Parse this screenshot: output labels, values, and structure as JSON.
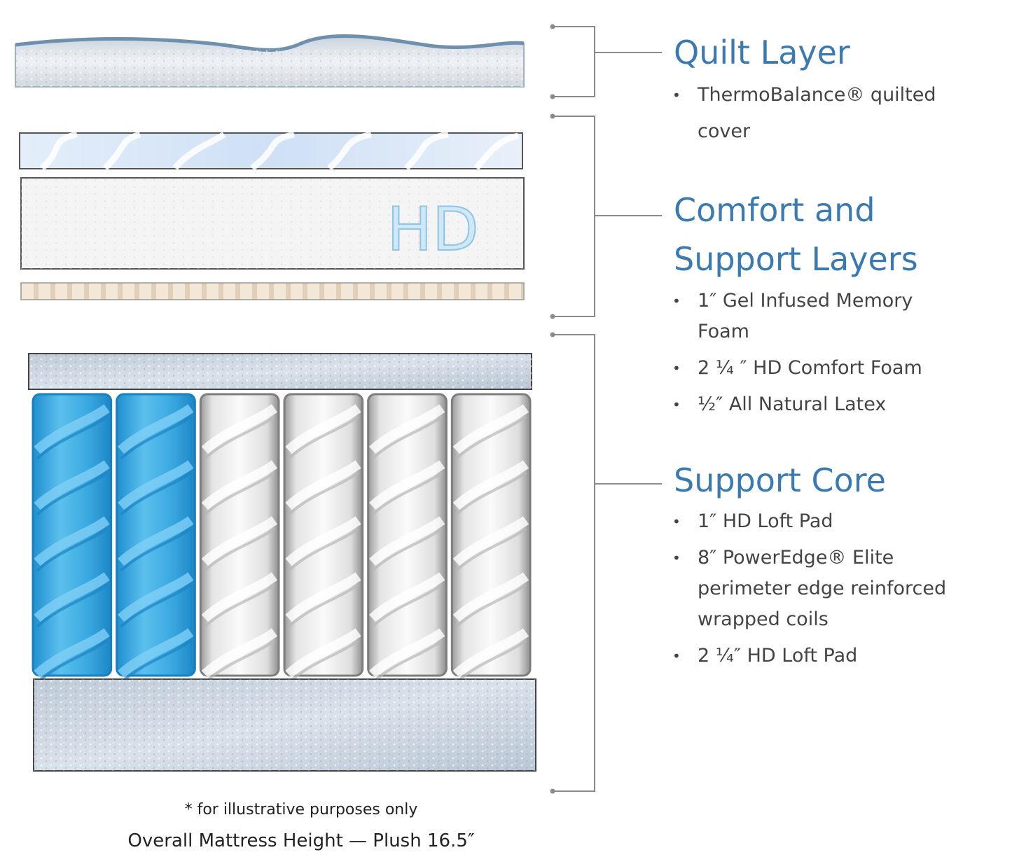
{
  "sections": [
    {
      "title_lines": [
        "Quilt Layer"
      ],
      "items": [
        {
          "lines": [
            "ThermoBalance® quilted",
            "cover"
          ]
        }
      ]
    },
    {
      "title_lines": [
        "Comfort and",
        "Support Layers"
      ],
      "items": [
        {
          "lines": [
            "1″ Gel Infused Memory",
            "Foam"
          ]
        },
        {
          "lines": [
            "2 ¼ ″ HD Comfort Foam"
          ]
        },
        {
          "lines": [
            "½″ All Natural Latex"
          ]
        }
      ]
    },
    {
      "title_lines": [
        "Support Core"
      ],
      "items": [
        {
          "lines": [
            "1″ HD Loft Pad"
          ]
        },
        {
          "lines": [
            "8″ PowerEdge® Elite",
            "perimeter edge reinforced",
            "wrapped coils"
          ]
        },
        {
          "lines": [
            "2 ¼″ HD Loft Pad"
          ]
        }
      ]
    }
  ],
  "hd_label": "HD",
  "coils": {
    "total": 6,
    "blue": 2
  },
  "footnote": "* for illustrative purposes only",
  "overall_height": "Overall Mattress Height — Plush 16.5″",
  "colors": {
    "heading": "#3a7ab0",
    "body_text": "#444446",
    "bracket": "#8a8a8a",
    "coil_blue": "#3aa9e0",
    "coil_white": "#f2f2f2",
    "hd_text": "#cfe8f7"
  }
}
